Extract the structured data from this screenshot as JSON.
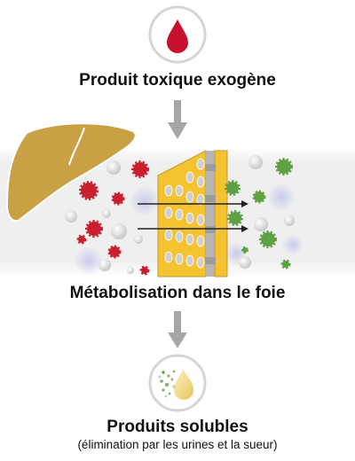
{
  "steps": {
    "top_label": "Produit toxique exogène",
    "middle_label": "Métabolisation dans le foie",
    "bottom_label": "Produits solubles",
    "bottom_sublabel": "(élimination par les urines et la sueur)"
  },
  "colors": {
    "blood_red": "#c8102e",
    "liver_gold": "#c9a043",
    "membrane_yellow": "#f5c230",
    "toxin_red": "#c9202f",
    "metabolite_green": "#5fa043",
    "arrow_gray": "#a6a6a6",
    "particle_gray": "#d8d8d8",
    "haze_blue": "#c3c8ec"
  },
  "icons": {
    "top": "blood-drop-icon",
    "bottom": "soluble-particles-drop-icon"
  }
}
